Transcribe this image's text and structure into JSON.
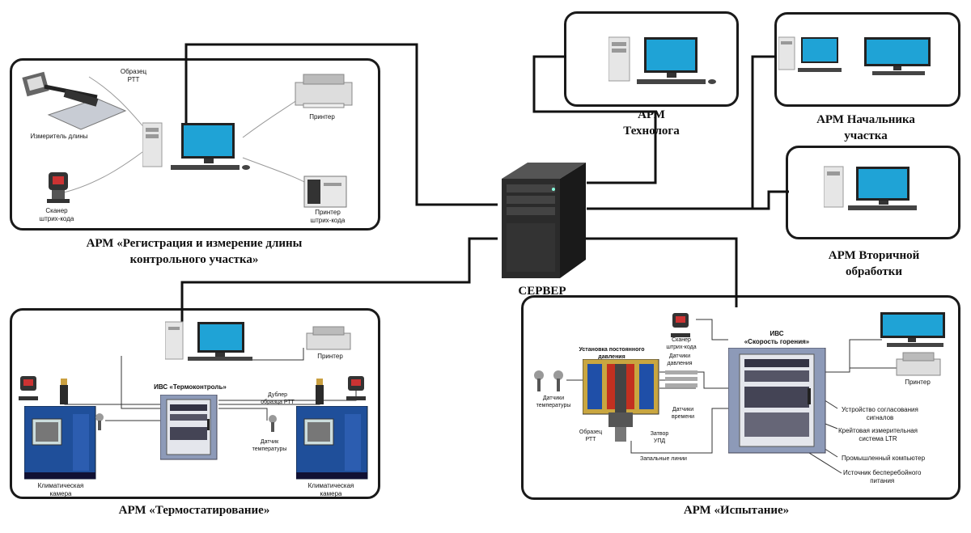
{
  "server": {
    "label": "СЕРВЕР"
  },
  "arm_registration": {
    "caption_line1": "АРМ «Регистрация и измерение длины",
    "caption_line2": "контрольного участка»",
    "sample_label_1": "Образец",
    "sample_label_2": "РТТ",
    "length_meter": "Измеритель длины",
    "printer": "Принтер",
    "scanner_1": "Сканер",
    "scanner_2": "штрих-кода",
    "barcode_printer_1": "Принтер",
    "barcode_printer_2": "штрих-кода"
  },
  "arm_technologist": {
    "caption_line1": "АРМ",
    "caption_line2": "Технолога"
  },
  "arm_chief": {
    "caption_line1": "АРМ Начальника",
    "caption_line2": "участка"
  },
  "arm_secondary": {
    "caption_line1": "АРМ Вторичной",
    "caption_line2": "обработки"
  },
  "arm_thermo": {
    "caption": "АРМ «Термостатирование»",
    "printer": "Принтер",
    "ivs": "ИВС «Термоконтроль»",
    "dubler_1": "Дублер",
    "dubler_2": "образца РТТ",
    "sensor_1": "Датчик",
    "sensor_2": "температуры",
    "chamber_left_1": "Климатическая",
    "chamber_left_2": "камера",
    "chamber_right_1": "Климатическая",
    "chamber_right_2": "камера"
  },
  "arm_test": {
    "caption": "АРМ «Испытание»",
    "scanner_1": "Сканер",
    "scanner_2": "штрих-кода",
    "ivs_1": "ИВС",
    "ivs_2": "«Скорость горения»",
    "printer": "Принтер",
    "installation_1": "Установка постоянного",
    "installation_2": "давления",
    "pressure_sensors_1": "Датчики",
    "pressure_sensors_2": "давления",
    "temp_sensors_1": "Датчики",
    "temp_sensors_2": "температуры",
    "time_sensors_1": "Датчики",
    "time_sensors_2": "времени",
    "sample_1": "Образец",
    "sample_2": "РТТ",
    "shutter_1": "Затвор",
    "shutter_2": "УПД",
    "ignition_lines": "Запальные линии",
    "device_1_a": "Устройство согласования",
    "device_1_b": "сигналов",
    "device_2_a": "Крейтовая измерительная",
    "device_2_b": "система LTR",
    "device_3": "Промышленный компьютер",
    "device_4_a": "Источник бесперебойного",
    "device_4_b": "питания"
  },
  "colors": {
    "line": "#111111",
    "screen": "#1fa3d6",
    "chamber": "#1f4f9a",
    "rack": "#7a8aa8"
  }
}
